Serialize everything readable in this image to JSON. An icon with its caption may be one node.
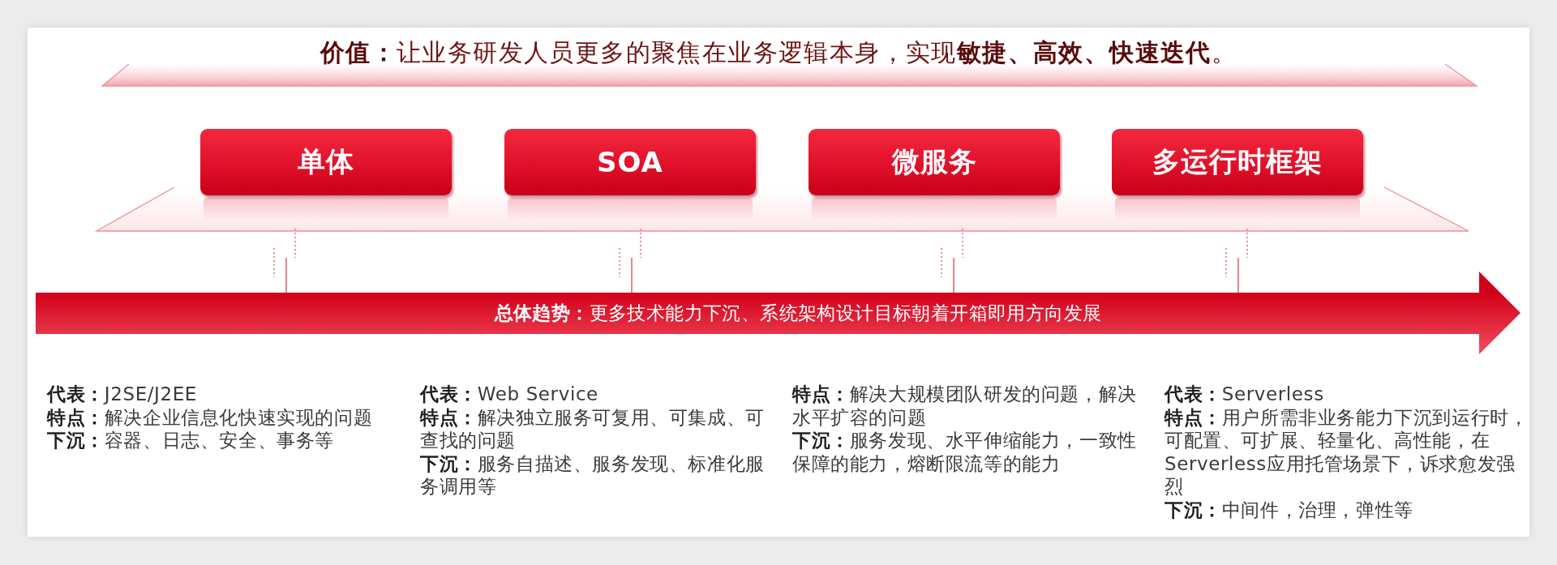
{
  "diagram": {
    "title": "**价值：**让业务研发人员更多的聚焦在业务逻辑本身，实现**敏捷、高效、快速迭代**。",
    "nodes": [
      {
        "text": [
          "单体"
        ]
      },
      {
        "text": [
          "SOA"
        ]
      },
      {
        "text": [
          "微服务"
        ]
      },
      {
        "text": [
          "多运行时框架"
        ]
      },
      {
        "text": [
          "**总体趋势：**更多技术能力下沉、系统架构设计目标朝着开箱即用方向发展"
        ]
      }
    ],
    "labels": [
      "**代表：**J2SE/J2EE",
      "**特点：**解决企业信息化快速实现的问题",
      "**下沉：**容器、日志、安全、事务等",
      "**代表：**Web Service",
      "**特点：**解决独立服务可复用、可集成、可查找的问题",
      "**下沉：**服务自描述、服务发现、标准化服务调用等",
      "**特点：**解决大规模团队研发的问题，解决水平扩容的问题",
      "**下沉：**服务发现、水平伸缩能力，一致性保障的能力，熔断限流等的能力",
      "**代表：**Serverless",
      "**特点：**用户所需非业务能力下沉到运行时，可配置、可扩展、轻量化、高性能，在Serverless应用托管场景下，诉求愈发强烈",
      "**下沉：**中间件，治理，弹性等"
    ]
  }
}
